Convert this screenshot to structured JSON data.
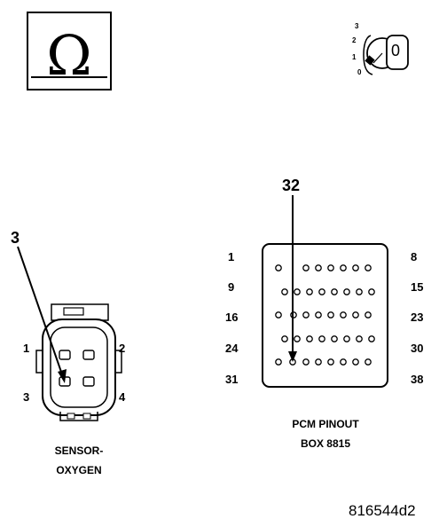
{
  "ohm_symbol": "Ω",
  "ignition_key": {
    "positions": [
      "3",
      "2",
      "1",
      "0"
    ],
    "current": "0"
  },
  "sensor_connector": {
    "callout": "3",
    "pins": [
      "1",
      "2",
      "3",
      "4"
    ],
    "caption_line1": "SENSOR-",
    "caption_line2": "OXYGEN"
  },
  "pcm_connector": {
    "callout": "32",
    "row_labels_left": [
      "1",
      "9",
      "16",
      "24",
      "31"
    ],
    "row_labels_right": [
      "8",
      "15",
      "23",
      "30",
      "38"
    ],
    "caption_line1": "PCM PINOUT",
    "caption_line2": "BOX 8815"
  },
  "figure_id": "816544d2"
}
